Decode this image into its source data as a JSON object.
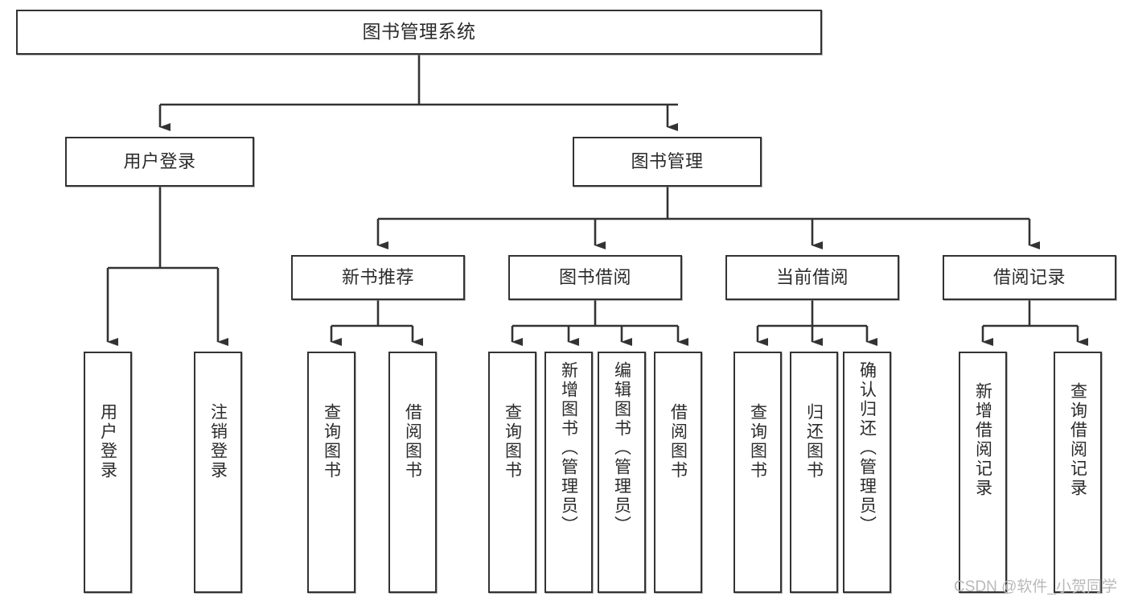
{
  "diagram": {
    "title": "图书管理系统",
    "type": "tree-hierarchy-chart",
    "orientation": "top-down",
    "background_color": "#ffffff",
    "box_border_color": "#333333",
    "box_fill_color": "#ffffff",
    "connector_color": "#333333"
  },
  "root": {
    "label": "图书管理系统"
  },
  "level1": [
    {
      "label": "用户登录"
    },
    {
      "label": "图书管理"
    }
  ],
  "level2": [
    {
      "label": "新书推荐"
    },
    {
      "label": "图书借阅"
    },
    {
      "label": "当前借阅"
    },
    {
      "label": "借阅记录"
    }
  ],
  "leaves": {
    "user_login": [
      {
        "label": "用户登录"
      },
      {
        "label": "注销登录"
      }
    ],
    "new_book_recommend": [
      {
        "label": "查询图书"
      },
      {
        "label": "借阅图书"
      }
    ],
    "book_borrow": [
      {
        "label": "查询图书"
      },
      {
        "label": "新增图书（管理员）"
      },
      {
        "label": "编辑图书（管理员）"
      },
      {
        "label": "借阅图书"
      }
    ],
    "current_borrow": [
      {
        "label": "查询图书"
      },
      {
        "label": "归还图书"
      },
      {
        "label": "确认归还（管理员）"
      }
    ],
    "borrow_record": [
      {
        "label": "新增借阅记录"
      },
      {
        "label": "查询借阅记录"
      }
    ]
  },
  "watermark": {
    "text": "CSDN @软件_小贺同学",
    "color": "#b9b9b9"
  }
}
